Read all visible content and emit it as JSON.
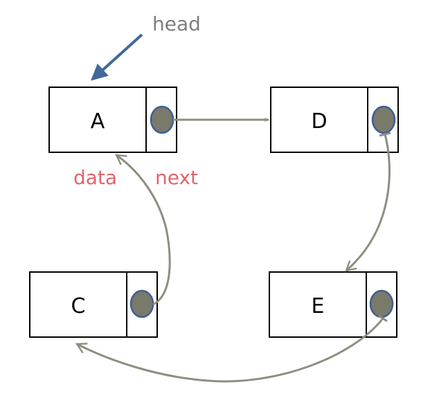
{
  "head_label": "head",
  "field_labels": {
    "data": "data",
    "next": "next"
  },
  "nodes": {
    "a": "A",
    "d": "D",
    "c": "C",
    "e": "E"
  },
  "colors": {
    "head_arrow": "#41689a",
    "head_text": "#7d7d7d",
    "field_label": "#e3646a",
    "link_arrow": "#8b8f7e",
    "pointer_fill": "#7a7a6a",
    "pointer_stroke": "#3b5f98"
  }
}
